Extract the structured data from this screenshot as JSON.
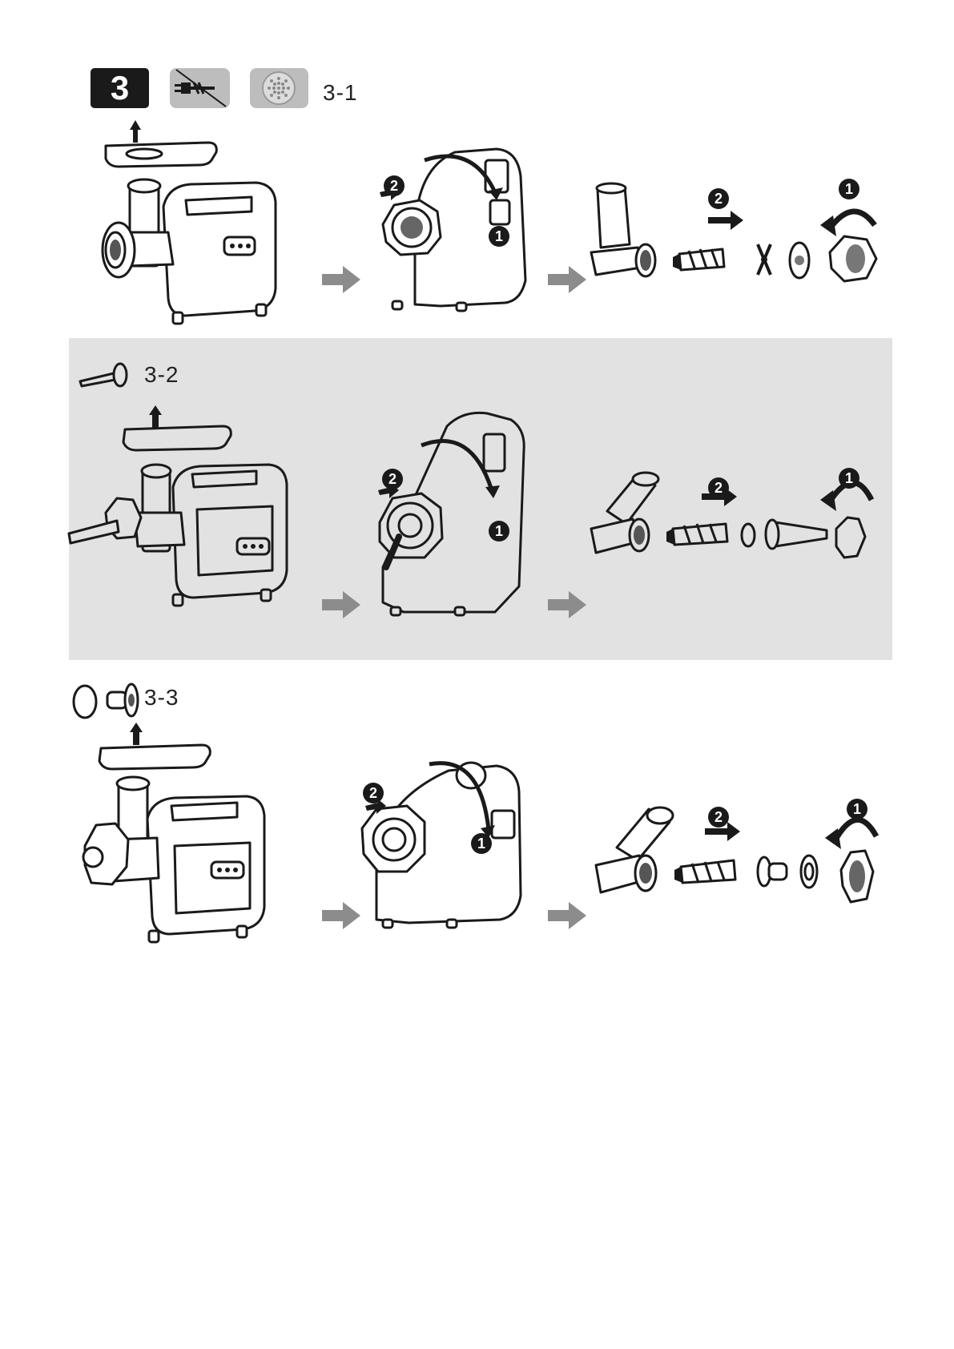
{
  "header": {
    "step_badge": "3",
    "unplug_icon": "unplug-icon",
    "plate_icon": "mincing-plate-icon"
  },
  "sections": [
    {
      "label": "3-1",
      "callout_1": "1",
      "callout_2": "2"
    },
    {
      "label": "3-2",
      "callout_1": "1",
      "callout_2": "2"
    },
    {
      "label": "3-3",
      "callout_1": "1",
      "callout_2": "2"
    }
  ],
  "colors": {
    "band": "#e2e2e2",
    "arrow_gray": "#8c8c8c",
    "ink": "#1a1a1a",
    "tile_gray": "#bdbdbd"
  }
}
